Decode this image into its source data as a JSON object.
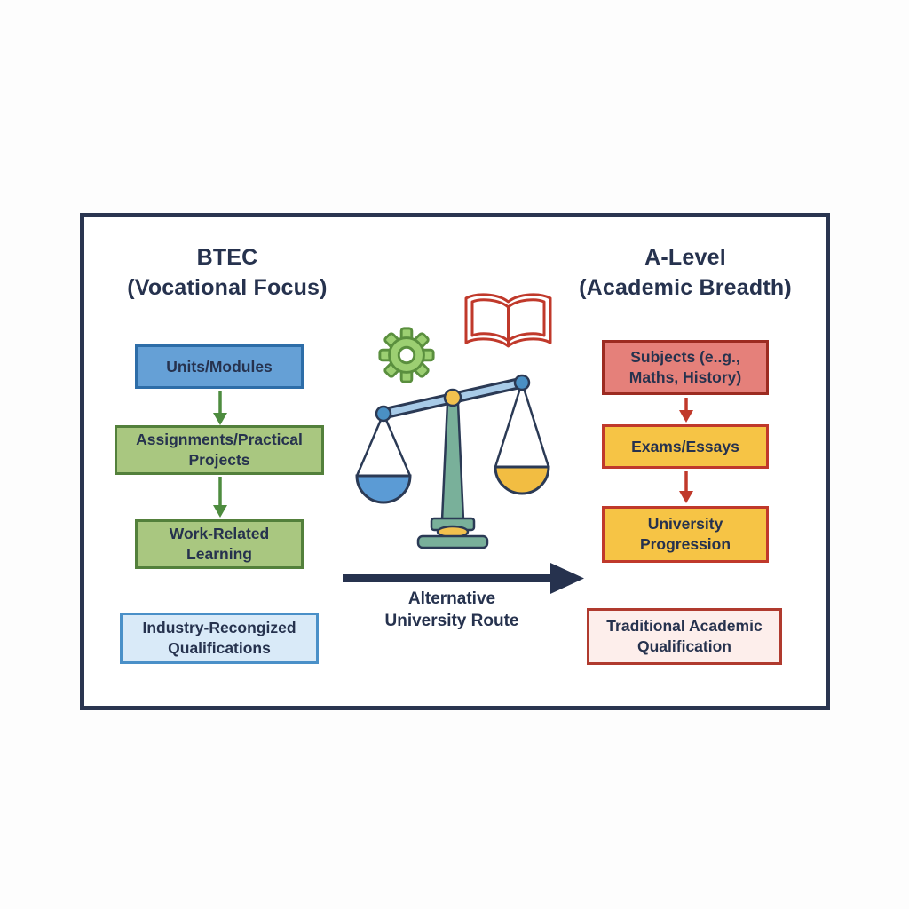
{
  "diagram": {
    "left_column": {
      "title": "BTEC\n(Vocational Focus)",
      "boxes": [
        {
          "id": "units-modules",
          "label": "Units/Modules"
        },
        {
          "id": "assignments-practical-projects",
          "label": "Assignments/Practical Projects"
        },
        {
          "id": "work-related-learning",
          "label": "Work-Related Learning"
        },
        {
          "id": "industry-recognized-qualifications",
          "label": "Industry-Recongized Qualifications"
        }
      ]
    },
    "right_column": {
      "title": "A-Level\n(Academic Breadth)",
      "boxes": [
        {
          "id": "subjects",
          "label": "Subjects (e..g., Maths, History)"
        },
        {
          "id": "exams-essays",
          "label": "Exams/Essays"
        },
        {
          "id": "university-progression",
          "label": "University Progression"
        },
        {
          "id": "traditional-academic-qualification",
          "label": "Traditional Academic Qualification"
        }
      ]
    },
    "center": {
      "route_label": "Alternative\nUniversity Route",
      "icons": [
        "gear-icon",
        "open-book-icon",
        "balance-scale-icon",
        "route-arrow-icon"
      ]
    },
    "colors": {
      "frame_navy": "#2a3550",
      "text_navy": "#26324e",
      "blue_fill": "#65a0d6",
      "blue_border": "#2d6da8",
      "green_fill": "#a9c780",
      "green_border": "#53803b",
      "light_blue_fill": "#d9eaf8",
      "red_fill": "#e5807a",
      "red_border": "#9c2b21",
      "yellow_fill": "#f6c445",
      "light_pink_fill": "#fdeeeb",
      "green_arrow": "#4e8c3f",
      "red_arrow": "#c0392b",
      "scale_teal": "#79b09a",
      "scale_gold": "#f2c14e",
      "gear_green": "#9ccf72",
      "book_red": "#c0392b"
    }
  }
}
